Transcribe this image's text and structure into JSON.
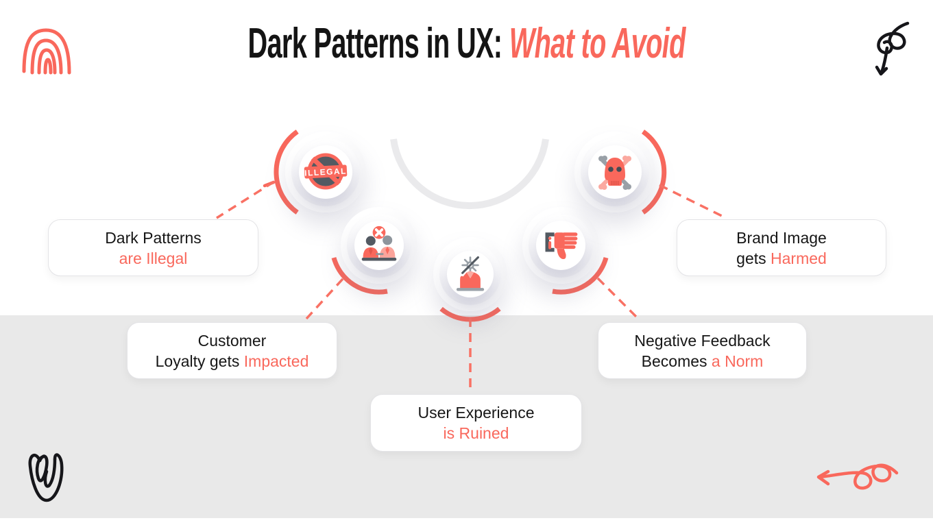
{
  "title": {
    "black": "Dark Patterns in UX: ",
    "accent": "What to Avoid"
  },
  "colors": {
    "accent": "#F9685C",
    "accent_light": "#FBA9A0",
    "dark_slate": "#535A62",
    "icon_gray": "#99A0A7",
    "band_gray": "#E9E9E9",
    "arc_gray": "#EAEAEC",
    "text_black": "#161616"
  },
  "nodes": [
    {
      "icon": "illegal-stamp-icon",
      "stamp_text": "ILLEGAL"
    },
    {
      "icon": "customers-cancelled-icon"
    },
    {
      "icon": "ruined-experience-icon"
    },
    {
      "icon": "thumbs-down-icon"
    },
    {
      "icon": "skull-crossbones-icon"
    }
  ],
  "labels": [
    {
      "line1": "Dark Patterns",
      "line2_black": "",
      "line2_accent": "are Illegal"
    },
    {
      "line1": "Customer",
      "line2_black": "Loyalty gets ",
      "line2_accent": "Impacted"
    },
    {
      "line1": "User Experience",
      "line2_black": "",
      "line2_accent": "is Ruined"
    },
    {
      "line1": "Negative Feedback",
      "line2_black": "Becomes ",
      "line2_accent": "a Norm"
    },
    {
      "line1": "Brand Image",
      "line2_black": "gets ",
      "line2_accent": "Harmed"
    }
  ],
  "decorations": {
    "top_left": "rainbow-doodle",
    "top_right": "spiral-arrow-down-doodle",
    "bottom_left": "scribble-loops-doodle",
    "bottom_right": "squiggle-arrow-left-doodle"
  }
}
